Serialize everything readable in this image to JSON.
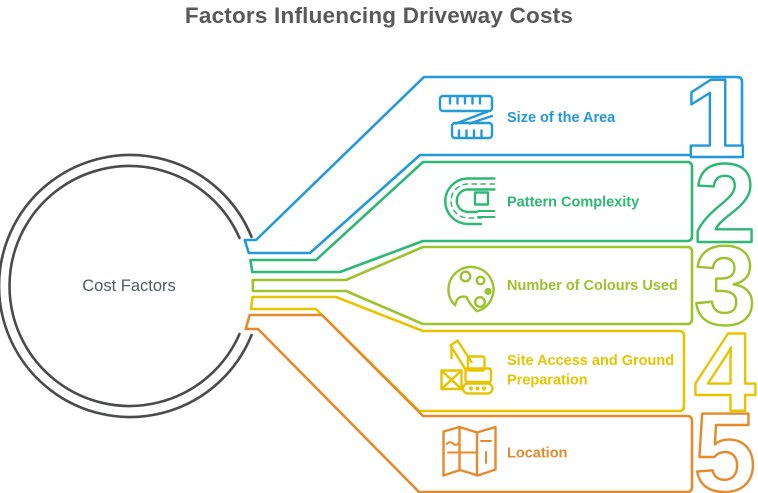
{
  "title": "Factors Influencing Driveway Costs",
  "center": {
    "label": "Cost Factors"
  },
  "palette": {
    "background": "#ffffff",
    "title_color": "#58595b",
    "center_label_color": "#4e5a69",
    "circle_outline": "#4a4b4d"
  },
  "factors": [
    {
      "number": "1",
      "label": "Size of the Area",
      "icon": "measuring-tape-icon",
      "color": "#2299d8"
    },
    {
      "number": "2",
      "label": "Pattern Complexity",
      "icon": "curved-road-icon",
      "color": "#2eb873"
    },
    {
      "number": "3",
      "label": "Number of Colours Used",
      "icon": "paint-palette-icon",
      "color": "#9cc32d"
    },
    {
      "number": "4",
      "label": "Site Access and Ground Preparation",
      "label_lines": [
        "Site Access and Ground",
        "Preparation"
      ],
      "icon": "excavator-icon",
      "color": "#e8c400"
    },
    {
      "number": "5",
      "label": "Location",
      "icon": "folded-map-icon",
      "color": "#e68a2e"
    }
  ]
}
